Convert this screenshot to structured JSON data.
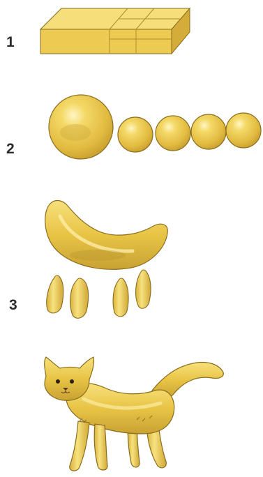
{
  "steps": [
    {
      "number": "1"
    },
    {
      "number": "2"
    },
    {
      "number": "3"
    }
  ],
  "colors": {
    "clay_light": "#f6df7a",
    "clay_mid": "#e9c548",
    "clay_shadow": "#c9a233",
    "clay_dark": "#a8872a",
    "outline": "#8a6d1e",
    "text": "#2b2b2b"
  }
}
